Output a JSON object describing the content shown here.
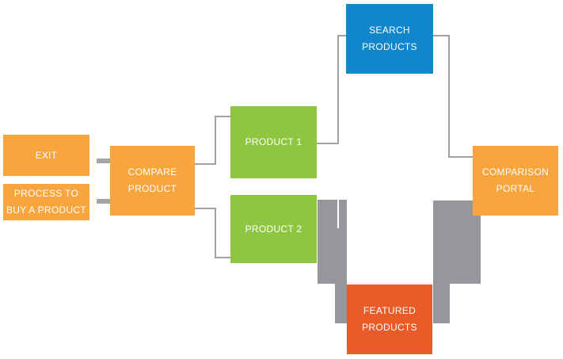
{
  "colors": {
    "background": "#FFFFFF",
    "orange": "#F7A53C",
    "blue": "#1186CB",
    "green": "#8EC641",
    "red": "#E85C2A",
    "text": "#FFFFFF",
    "connector": "#9EA0A2",
    "dash": "#A3A5A7",
    "thick": "#95979A"
  },
  "diagram": {
    "type": "flowchart",
    "nodes": {
      "exit": {
        "label": "EXIT",
        "color": "#F7A53C"
      },
      "process": {
        "label": "PROCESS TO\nBUY A PRODUCT",
        "color": "#F7A53C"
      },
      "compare": {
        "label": "COMPARE\nPRODUCT",
        "color": "#F7A53C"
      },
      "product1": {
        "label": "PRODUCT 1",
        "color": "#8EC641"
      },
      "product2": {
        "label": "PRODUCT 2",
        "color": "#8EC641"
      },
      "search": {
        "label": "SEARCH\nPRODUCTS",
        "color": "#1186CB"
      },
      "portal": {
        "label": "COMPARISON\nPORTAL",
        "color": "#F7A53C"
      },
      "featured": {
        "label": "FEATURED\nPRODUCTS",
        "color": "#E85C2A"
      }
    },
    "edges": [
      {
        "from": "exit",
        "to": "compare",
        "style": "gray-dash"
      },
      {
        "from": "process",
        "to": "compare",
        "style": "gray-dash"
      },
      {
        "from": "compare",
        "to": "product1",
        "style": "thin-elbow"
      },
      {
        "from": "compare",
        "to": "product2",
        "style": "thin-elbow"
      },
      {
        "from": "product1",
        "to": "search",
        "style": "thin-elbow"
      },
      {
        "from": "search",
        "to": "portal",
        "style": "thin-elbow"
      },
      {
        "from": "product2",
        "to": "featured",
        "style": "thick-gray"
      },
      {
        "from": "featured",
        "to": "portal",
        "style": "thick-gray"
      }
    ]
  }
}
